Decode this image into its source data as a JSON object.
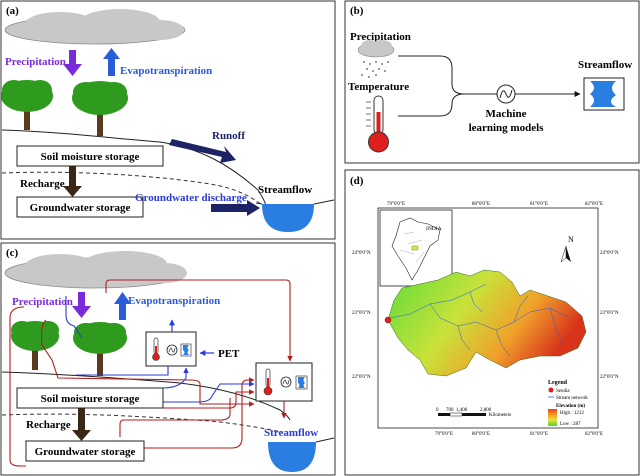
{
  "panels": {
    "a": {
      "label": "(a)",
      "precipitation": "Precipitation",
      "evapotranspiration": "Evapotranspiration",
      "runoff": "Runoff",
      "soil_moisture": "Soil moisture storage",
      "recharge": "Recharge",
      "groundwater_discharge": "Groundwater discharge",
      "streamflow": "Streamflow",
      "groundwater_storage": "Groundwater storage"
    },
    "b": {
      "label": "(b)",
      "precipitation": "Precipitation",
      "temperature": "Temperature",
      "model_line1": "Machine",
      "model_line2": "learning models",
      "streamflow": "Streamflow"
    },
    "c": {
      "label": "(c)",
      "precipitation": "Precipitation",
      "evapotranspiration": "Evapotranspiration",
      "pet": "PET",
      "soil_moisture": "Soil moisture storage",
      "recharge": "Recharge",
      "streamflow": "Streamflow",
      "groundwater_storage": "Groundwater storage"
    },
    "d": {
      "label": "(d)",
      "inset_label": "INDIA",
      "north": "N",
      "lon_ticks": [
        "79°0'0\"E",
        "80°0'0\"E",
        "81°0'0\"E",
        "82°0'0\"E"
      ],
      "lat_ticks": [
        "24°0'0\"N",
        "23°0'0\"N",
        "22°0'0\"N"
      ],
      "scale_ticks": [
        "0",
        "700",
        "1,400",
        "2,800"
      ],
      "scale_unit": "Kilometers",
      "legend": {
        "title": "Legend",
        "sendia": "Sendia",
        "stream": "Stream network",
        "elevation": "Elevation (m)",
        "high": "High : 1212",
        "low": "Low : 287"
      }
    }
  },
  "colors": {
    "precip_arrow": "#7a2bd9",
    "evap_arrow": "#2a5bd9",
    "runoff_arrow": "#1c2466",
    "recharge_arrow": "#3a2614",
    "tree_green": "#2e9a1e",
    "trunk": "#5a3a1c",
    "water": "#2a7de1",
    "red_flow": "#b01e1e",
    "blue_flow": "#2a3ad9"
  }
}
